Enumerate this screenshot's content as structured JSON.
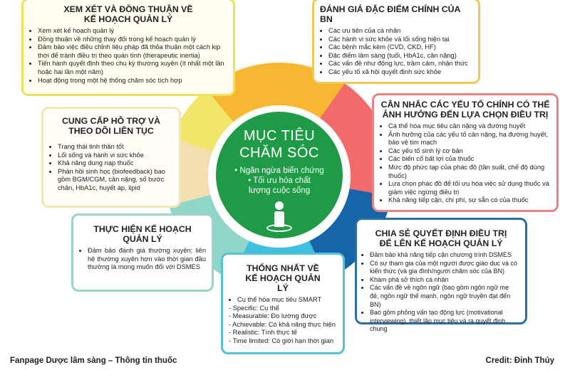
{
  "center": {
    "title_line1": "MỤC TIÊU",
    "title_line2": "CHĂM SÓC",
    "goals": [
      "• Ngăn ngừa biến chứng",
      "• Tối ưu hóa chất lượng cuộc sống"
    ],
    "icon": "person-icon",
    "color": "#1f9a46"
  },
  "ring_colors": [
    "#f7b733",
    "#f26b6b",
    "#1565a8",
    "#40c0e0",
    "#8fd6c8",
    "#f3deb0",
    "#f1e66a"
  ],
  "boxes": {
    "review": {
      "title": "XEM XÉT VÀ ĐỒNG THUẬN VỀ KẾ HOẠCH QUẢN LÝ",
      "items": [
        "Xem xét kế hoạch quản lý",
        "Đồng thuận về những thay đổi trong kế hoạch quản lý",
        "Đảm bảo việc điều chỉnh liệu pháp đã thỏa thuận một cách kịp thời để tránh điều trị theo quán tính (therapeutic inertia)",
        "Tiến hành quyết định theo chu kỳ thường xuyên (ít nhất một lần hoặc hai lần một năm)",
        "Hoạt động trong một hệ thống chăm sóc tích hợp"
      ]
    },
    "assess": {
      "title": "ĐÁNH GIÁ ĐẶC ĐIỂM CHÍNH CỦA BN",
      "items": [
        "Các ưu tiên của cá nhân",
        "Các hành vi sức khỏe và lối sống hiện tại",
        "Các bệnh mắc kèm (CVD, CKD, HF)",
        "Đặc điểm lâm sàng (tuổi, HbA1c, cân nặng)",
        "Các vấn đề như động lực, trầm cảm, nhận thức",
        "Các yếu tố xã hội quyết định sức khỏe"
      ]
    },
    "consider": {
      "title": "CÂN NHẮC CÁC YẾU TỐ CHÍNH CÓ THỂ ẢNH HƯỞNG ĐẾN LỰA CHỌN ĐIỀU TRỊ",
      "items": [
        "Cá thể hóa mục tiêu cân nặng và đường huyết",
        "Ảnh hưởng của các yếu tố cân nặng, hạ đường huyết, bảo vệ tim mạch",
        "Các yếu tố sinh lý cơ bản",
        "Các biến cố bất lợi của thuốc",
        "Mức độ phức tạp của phác đồ (tần suất, chế độ dùng thuốc)",
        "Lựa chọn phác đồ để tối ưu hóa việc sử dụng thuốc và giảm việc ngừng điều trị",
        "Khả năng tiếp cận, chi phí, sự sẵn có của thuốc"
      ]
    },
    "share": {
      "title": "CHIA SẺ QUYẾT ĐỊNH ĐIỀU TRỊ ĐỂ LÊN KẾ HOẠCH QUẢN LÝ",
      "items": [
        "Đảm bảo khả năng tiếp cận chương trình DSMES",
        "Có sự tham gia của một người được giáo dục và có kiến thức (và gia đình/người chăm sóc của BN)",
        "Khám phá sở thích cá nhân",
        "Các vấn đề về ngôn ngữ (bao gồm ngôn ngữ mẹ đẻ, ngôn ngữ thế mạnh, ngôn ngữ truyền đạt đến BN)",
        "Bao gồm phỏng vấn tạo động lực (motivational interviewing), thiết lập mục tiêu và ra quyết định chung"
      ]
    },
    "agree": {
      "title": "THỐNG NHẤT VỀ KẾ HOẠCH QUẢN LÝ",
      "bullet": "Cụ thể hóa mục tiêu SMART",
      "items": [
        "- Specific: Cụ thể",
        "- Measurable: Đo lường được",
        "- Achievable: Có khả năng thực hiện",
        "- Realistic: Tính thực tế",
        "- Time limited: Có giới hạn thời gian"
      ]
    },
    "implement": {
      "title": "THỰC HIỆN KẾ HOẠCH QUẢN LÝ",
      "items": [
        "Đảm bảo đánh giá thường xuyên; liên hệ thường xuyên hơn vào thời gian đầu thường là mong muốn đối với DSMES"
      ]
    },
    "support": {
      "title": "CUNG CẤP HỖ TRỢ VÀ THEO DÕI LIÊN TỤC",
      "items": [
        "Trạng thái tinh thần tốt",
        "Lối sống và hành vi sức khỏe",
        "Khả năng dung nạp thuốc",
        "Phản hồi sinh học (biofeedback) bao gồm BGM/CGM, cân nặng, số bước chân, HbA1c, huyết áp, lipid"
      ]
    }
  },
  "footer": {
    "left": "Fanpage Dược lâm sàng – Thông tin thuốc",
    "right": "Credit: Đinh Thủy"
  }
}
